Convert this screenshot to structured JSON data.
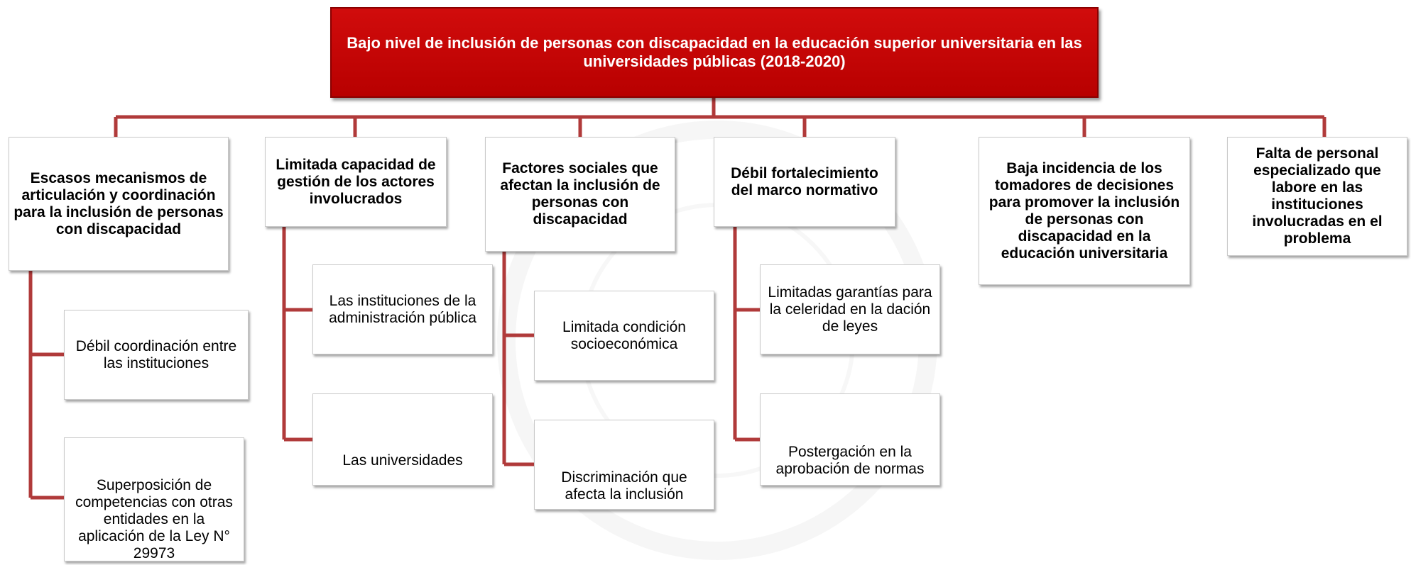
{
  "colors": {
    "root_fill": "#c00000",
    "connector": "#b03a3a",
    "box_fill": "#ffffff"
  },
  "root": {
    "title": "Bajo nivel de inclusión de personas con discapacidad en la educación superior universitaria en las universidades públicas (2018-2020)"
  },
  "categories": [
    {
      "label": "Escasos mecanismos de articulación y coordinación para la inclusión de personas con discapacidad",
      "children": [
        "Débil coordinación entre las instituciones",
        "Superposición de competencias con otras entidades en la aplicación de la Ley N° 29973"
      ]
    },
    {
      "label": "Limitada capacidad de gestión de los actores involucrados",
      "children": [
        "Las instituciones de la administración pública",
        "Las universidades"
      ]
    },
    {
      "label": "Factores sociales que afectan la inclusión de personas con discapacidad",
      "children": [
        "Limitada condición socioeconómica",
        "Discriminación que afecta la inclusión"
      ]
    },
    {
      "label": "Débil fortalecimiento del marco normativo",
      "children": [
        "Limitadas garantías para la celeridad en la dación de leyes",
        "Postergación en la aprobación de normas"
      ]
    },
    {
      "label": "Baja incidencia de los tomadores de decisiones para promover la inclusión de personas con discapacidad en la educación universitaria",
      "children": []
    },
    {
      "label": "Falta de personal especializado que labore en las instituciones involucradas en el problema",
      "children": []
    }
  ]
}
